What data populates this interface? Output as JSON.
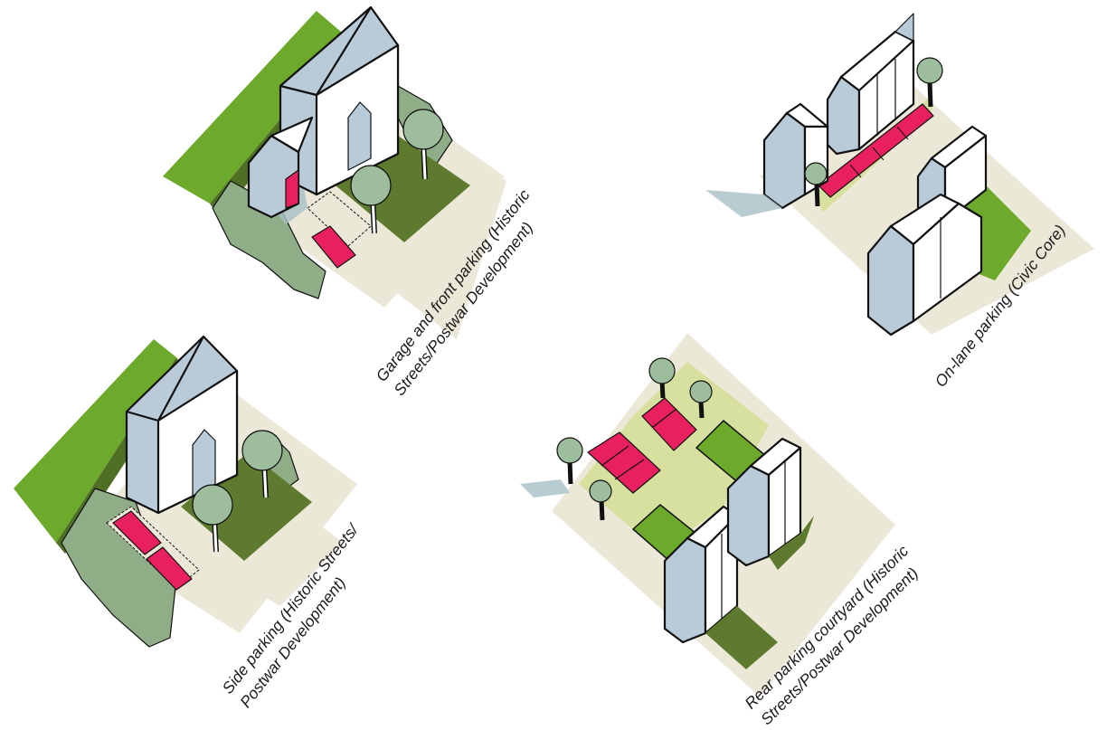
{
  "colors": {
    "pavement": "#ece8d8",
    "lawn_green": "#6da92a",
    "dark_green": "#5e7a2e",
    "olive_green": "#6f8a3c",
    "hedge_green": "#8fae88",
    "wall_blue": "#b9cbd8",
    "wall_white": "#ffffff",
    "tree_green": "#9dbd9d",
    "parking_magenta": "#e8205f",
    "shadow": "#a8bfc6"
  },
  "diagrams": [
    {
      "id": "garage-front",
      "caption": [
        "Garage and front parking (Historic",
        "Streets/Postwar Development)"
      ],
      "icon": "house-garage-illustration"
    },
    {
      "id": "on-lane",
      "caption": [
        "On-lane parking (Civic Core)"
      ],
      "icon": "townhouse-lane-illustration"
    },
    {
      "id": "side-parking",
      "caption": [
        "Side parking (Historic Streets/",
        "Postwar Development)"
      ],
      "icon": "house-side-parking-illustration"
    },
    {
      "id": "rear-courtyard",
      "caption": [
        "Rear parking courtyard (Historic",
        "Streets/Postwar Development)"
      ],
      "icon": "rear-courtyard-illustration"
    }
  ]
}
